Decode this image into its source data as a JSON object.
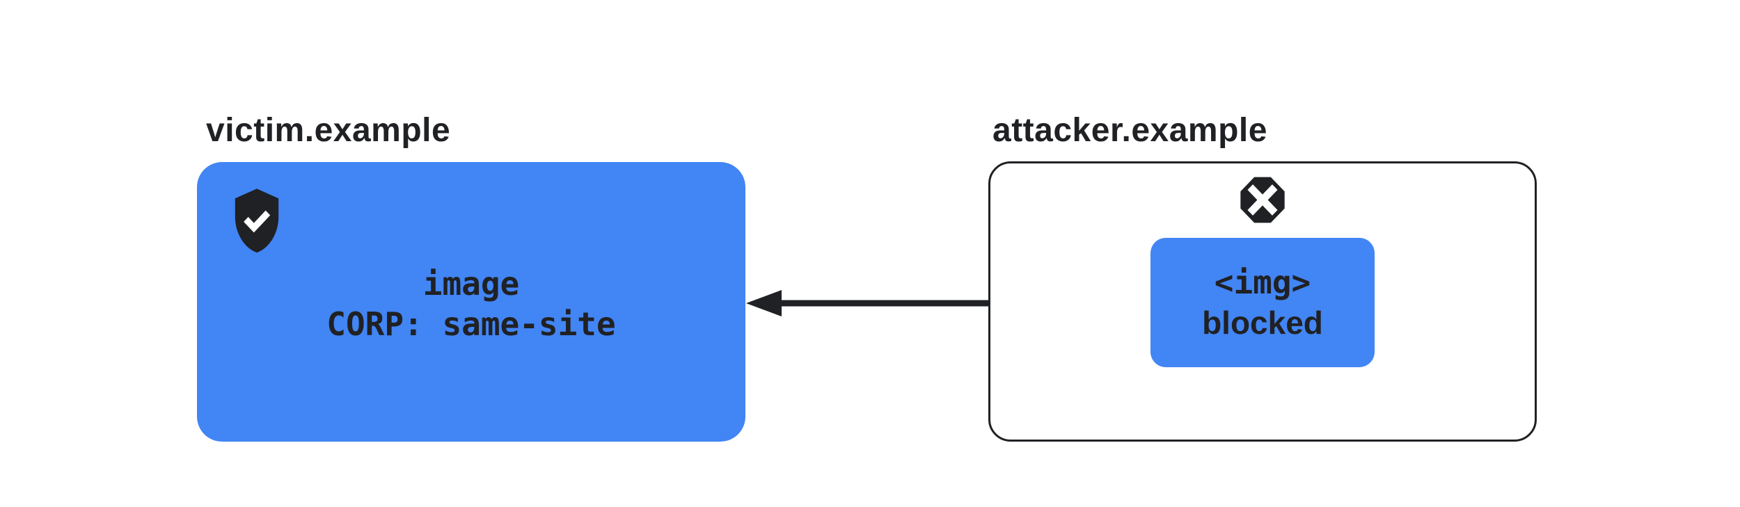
{
  "diagram": {
    "victim": {
      "domain_label": "victim.example",
      "resource": {
        "line1": "image",
        "line2": "CORP: same-site"
      },
      "badge_icon": "shield-check-icon"
    },
    "attacker": {
      "domain_label": "attacker.example",
      "request": {
        "line1": "<img>",
        "line2": "blocked"
      },
      "badge_icon": "blocked-x-octagon-icon"
    },
    "arrow": {
      "from": "attacker.example",
      "to": "victim.example",
      "style": "solid-left-arrow"
    }
  },
  "colors": {
    "accent_blue": "#4285f4",
    "ink": "#202124",
    "background": "#ffffff"
  }
}
